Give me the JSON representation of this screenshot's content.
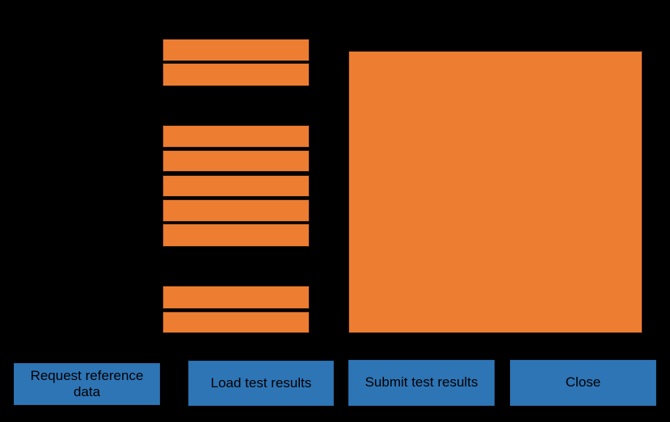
{
  "colors": {
    "background": "#000000",
    "field_fill": "#ED7D31",
    "button_fill": "#2E75B6",
    "button_text": "#000000"
  },
  "form": {
    "field_groups": [
      {
        "name": "top-group",
        "field_count": 2
      },
      {
        "name": "middle-group",
        "field_count": 5
      },
      {
        "name": "bottom-group",
        "field_count": 2
      }
    ],
    "large_panel": {
      "present": true
    }
  },
  "buttons": [
    {
      "label": "Request reference data"
    },
    {
      "label": "Load test results"
    },
    {
      "label": "Submit test results"
    },
    {
      "label": "Close"
    }
  ]
}
